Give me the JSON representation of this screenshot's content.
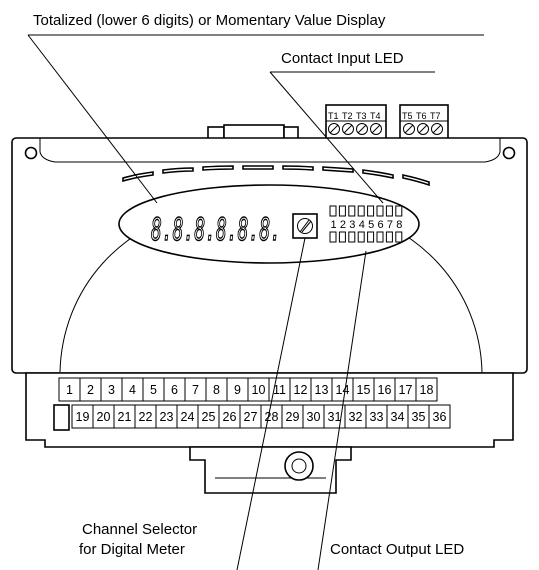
{
  "callouts": {
    "display": "Totalized (lower 6 digits) or Momentary Value Display",
    "contact_input": "Contact Input LED",
    "channel_selector_line1": "Channel Selector",
    "channel_selector_line2": "for Digital Meter",
    "contact_output": "Contact Output LED"
  },
  "display_digits": "8.8.8.8.8.8.",
  "led_numbers": [
    "1",
    "2",
    "3",
    "4",
    "5",
    "6",
    "7",
    "8"
  ],
  "top_terminals_left": [
    "T1",
    "T2",
    "T3",
    "T4"
  ],
  "top_terminals_right": [
    "T5",
    "T6",
    "T7"
  ],
  "terminals_row1": [
    "1",
    "2",
    "3",
    "4",
    "5",
    "6",
    "7",
    "8",
    "9",
    "10",
    "11",
    "12",
    "13",
    "14",
    "15",
    "16",
    "17",
    "18"
  ],
  "terminals_row2": [
    "19",
    "20",
    "21",
    "22",
    "23",
    "24",
    "25",
    "26",
    "27",
    "28",
    "29",
    "30",
    "31",
    "32",
    "33",
    "34",
    "35",
    "36"
  ]
}
